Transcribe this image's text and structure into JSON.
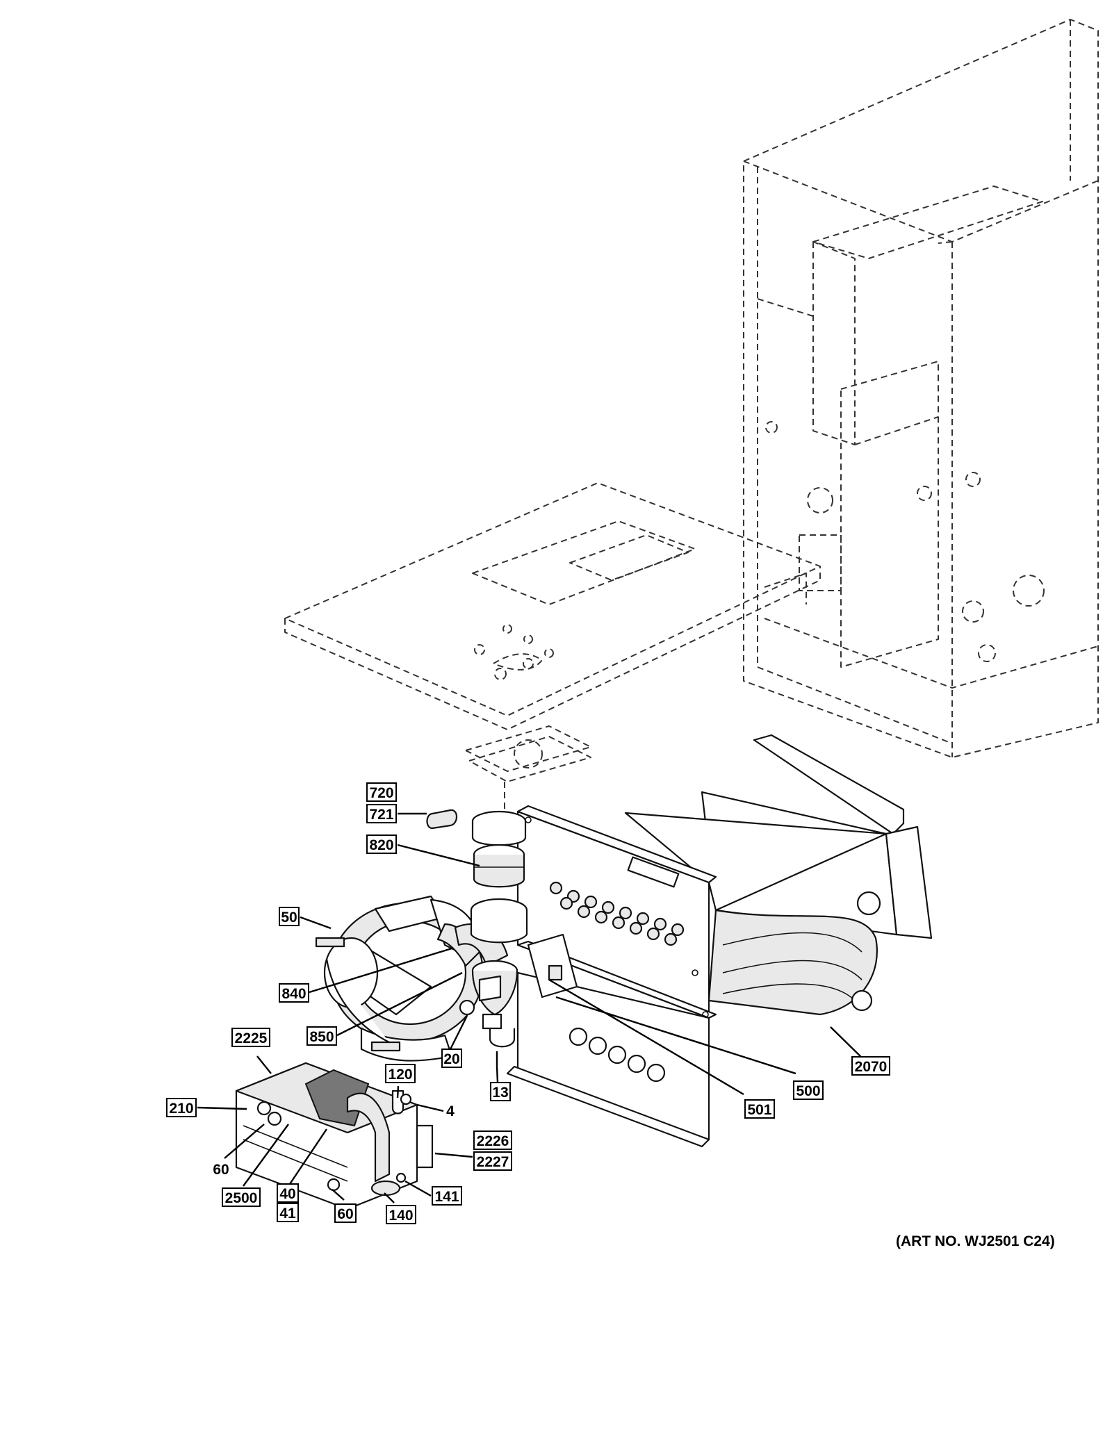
{
  "art_number": "(ART NO. WJ2501 C24)",
  "callouts": [
    {
      "id": "720",
      "label": "720"
    },
    {
      "id": "721",
      "label": "721"
    },
    {
      "id": "820",
      "label": "820"
    },
    {
      "id": "50",
      "label": "50"
    },
    {
      "id": "840",
      "label": "840"
    },
    {
      "id": "850",
      "label": "850"
    },
    {
      "id": "20",
      "label": "20"
    },
    {
      "id": "13",
      "label": "13"
    },
    {
      "id": "500",
      "label": "500"
    },
    {
      "id": "501",
      "label": "501"
    },
    {
      "id": "2070",
      "label": "2070"
    },
    {
      "id": "2225",
      "label": "2225"
    },
    {
      "id": "120",
      "label": "120"
    },
    {
      "id": "4",
      "label": "4"
    },
    {
      "id": "210",
      "label": "210"
    },
    {
      "id": "2226",
      "label": "2226"
    },
    {
      "id": "2227",
      "label": "2227"
    },
    {
      "id": "60a",
      "label": "60"
    },
    {
      "id": "2500",
      "label": "2500"
    },
    {
      "id": "40",
      "label": "40"
    },
    {
      "id": "41",
      "label": "41"
    },
    {
      "id": "60b",
      "label": "60"
    },
    {
      "id": "140",
      "label": "140"
    },
    {
      "id": "141",
      "label": "141"
    }
  ]
}
